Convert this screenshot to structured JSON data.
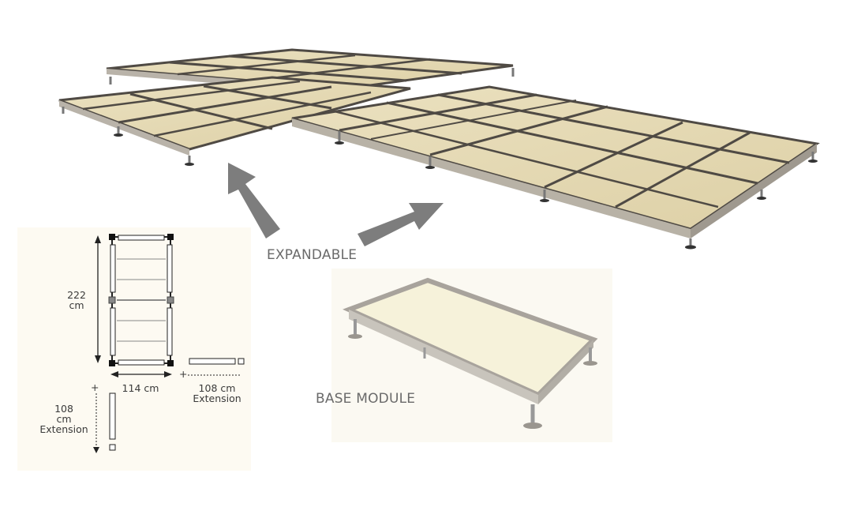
{
  "labels": {
    "expandable": "EXPANDABLE",
    "base_module": "BASE MODULE"
  },
  "dimensions": {
    "height": {
      "value": "222",
      "unit": "cm"
    },
    "width": {
      "value": "114 cm"
    },
    "ext_horizontal": {
      "value": "108 cm",
      "note": "Extension"
    },
    "ext_vertical": {
      "value": "108",
      "unit": "cm",
      "note": "Extension"
    },
    "plus": "+"
  },
  "colors": {
    "panel_top": "#e2d6b2",
    "panel_edge": "#4f4a44",
    "frame_metal": "#a8a39c",
    "arrow": "#7d7d7d",
    "diagram_bg": "#fdfaf2",
    "photo_bg": "#fbf9f2",
    "base_top": "#f6f2da"
  }
}
